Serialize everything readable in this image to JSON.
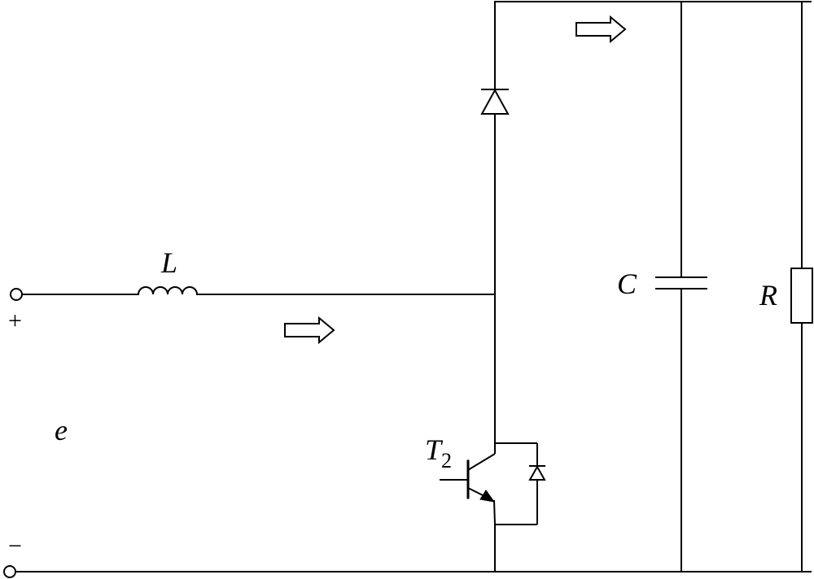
{
  "labels": {
    "inductor": "L",
    "capacitor": "C",
    "resistor": "R",
    "source": "e",
    "transistor_main": "T",
    "transistor_sub": "2",
    "plus": "+",
    "minus": "−"
  }
}
